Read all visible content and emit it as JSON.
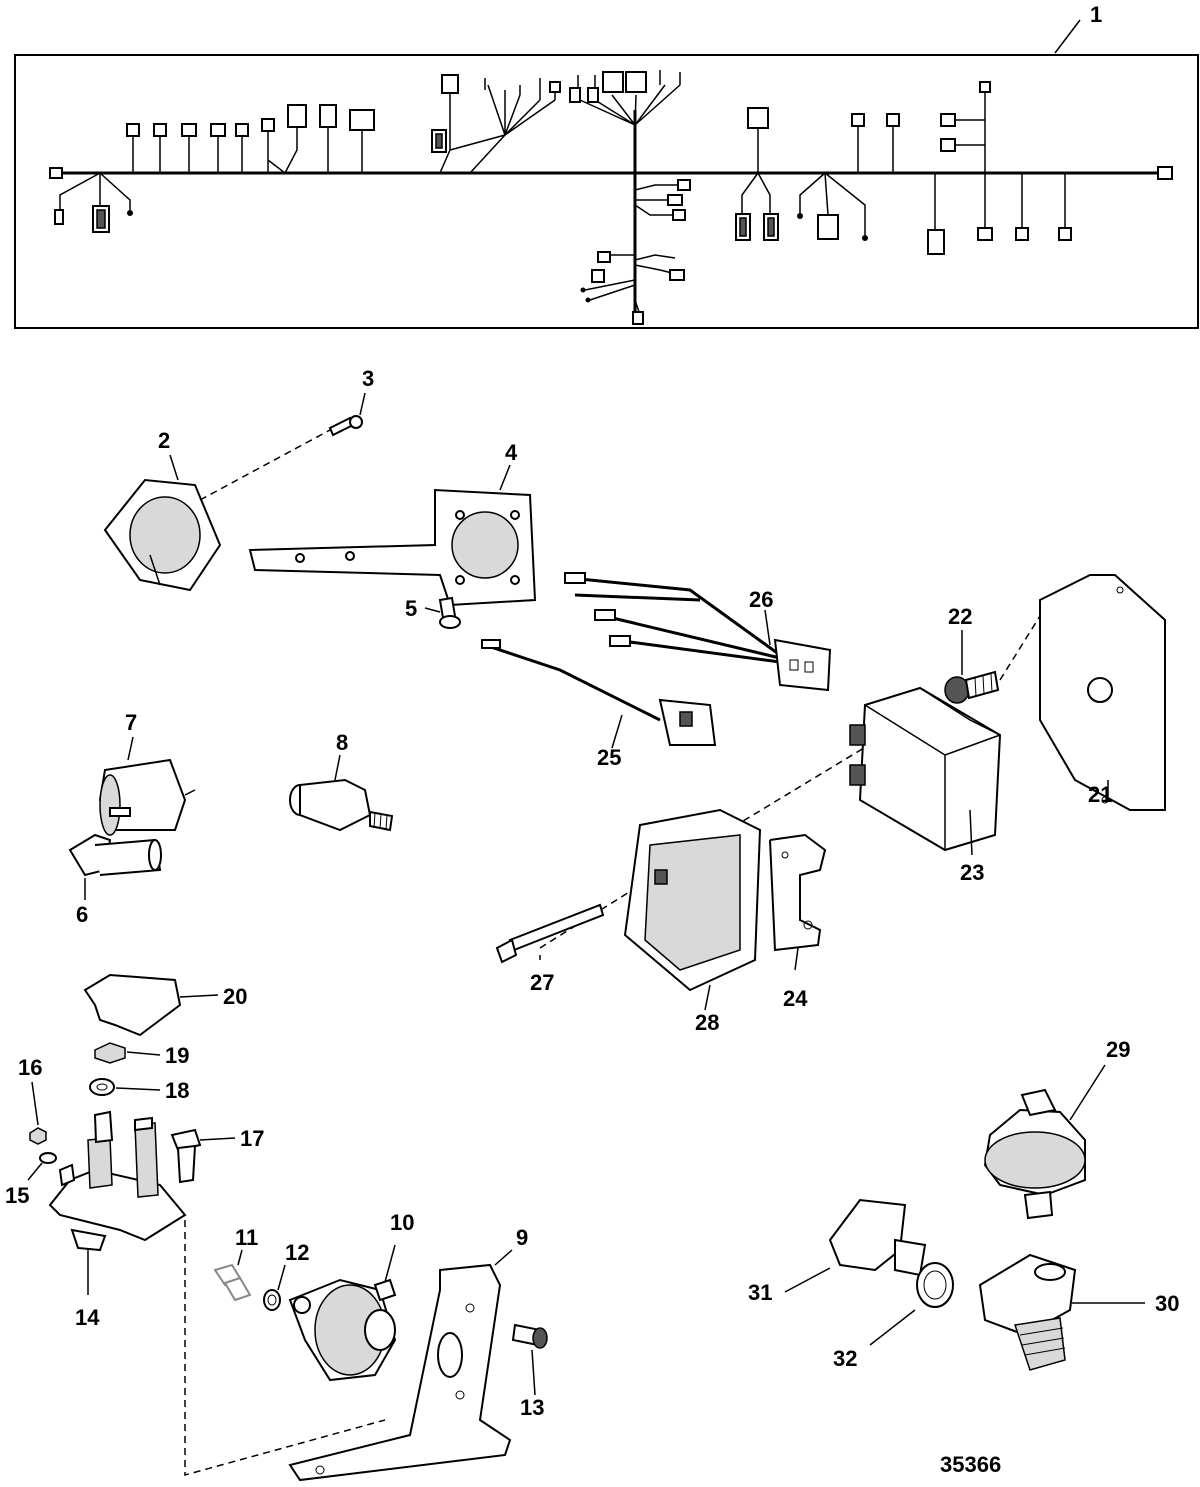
{
  "figure_number": "35366",
  "callouts": [
    {
      "id": "1",
      "label": "1"
    },
    {
      "id": "2",
      "label": "2"
    },
    {
      "id": "3",
      "label": "3"
    },
    {
      "id": "4",
      "label": "4"
    },
    {
      "id": "5",
      "label": "5"
    },
    {
      "id": "6",
      "label": "6"
    },
    {
      "id": "7",
      "label": "7"
    },
    {
      "id": "8",
      "label": "8"
    },
    {
      "id": "9",
      "label": "9"
    },
    {
      "id": "10",
      "label": "10"
    },
    {
      "id": "11",
      "label": "11"
    },
    {
      "id": "12",
      "label": "12"
    },
    {
      "id": "13",
      "label": "13"
    },
    {
      "id": "14",
      "label": "14"
    },
    {
      "id": "15",
      "label": "15"
    },
    {
      "id": "16",
      "label": "16"
    },
    {
      "id": "17",
      "label": "17"
    },
    {
      "id": "18",
      "label": "18"
    },
    {
      "id": "19",
      "label": "19"
    },
    {
      "id": "20",
      "label": "20"
    },
    {
      "id": "21",
      "label": "21"
    },
    {
      "id": "22",
      "label": "22"
    },
    {
      "id": "23",
      "label": "23"
    },
    {
      "id": "24",
      "label": "24"
    },
    {
      "id": "25",
      "label": "25"
    },
    {
      "id": "26",
      "label": "26"
    },
    {
      "id": "27",
      "label": "27"
    },
    {
      "id": "28",
      "label": "28"
    },
    {
      "id": "29",
      "label": "29"
    },
    {
      "id": "30",
      "label": "30"
    },
    {
      "id": "31",
      "label": "31"
    },
    {
      "id": "32",
      "label": "32"
    }
  ]
}
